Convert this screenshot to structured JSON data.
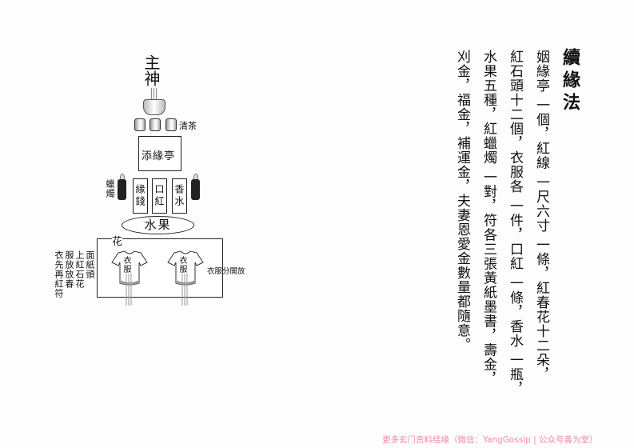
{
  "title": "續緣法",
  "columns": [
    "姻緣亭 一個，紅線 一尺六寸 一條，紅春花十二朵，",
    "紅石頭十二個，衣服各 一件，口紅 一條，香水 一瓶，",
    "水果五種，紅蠟燭 一對，符各三張黃紙墨書，壽金，",
    "刈金，福金，補運金，夫妻恩愛金數量都隨意。"
  ],
  "diagram": {
    "deity": "主神",
    "tea": "清茶",
    "pavilion": "添緣亭",
    "candle": "蠟燭",
    "items": [
      "緣錢",
      "口紅",
      "香水"
    ],
    "fruit": "水果",
    "flower": "花",
    "clothes": "衣服",
    "clothes_note": "衣服分開放",
    "left_notes": [
      "面紙頭",
      "上紅石花",
      "服放放春",
      "衣先再紅符"
    ]
  },
  "footer": "更多玄门资料结缘（微信：YangGossip | 公众号善为堂）"
}
